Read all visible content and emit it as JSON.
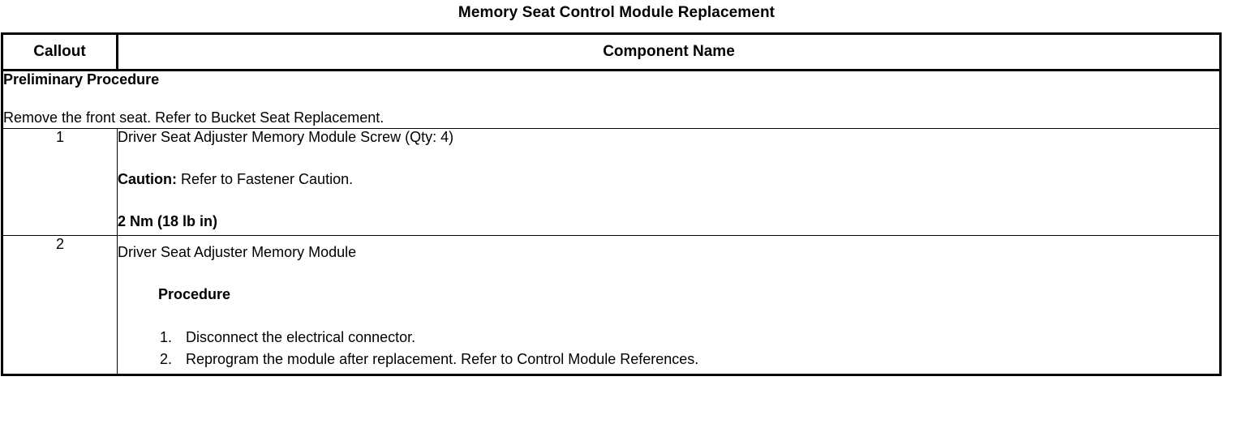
{
  "document": {
    "title": "Memory Seat Control Module Replacement"
  },
  "table": {
    "headers": {
      "callout": "Callout",
      "component": "Component Name"
    },
    "preliminary": {
      "heading": "Preliminary Procedure",
      "text": "Remove the front seat. Refer to Bucket Seat Replacement."
    },
    "rows": [
      {
        "callout": "1",
        "name": "Driver Seat Adjuster Memory Module Screw (Qty: 4)",
        "caution_label": "Caution:",
        "caution_text": " Refer to Fastener Caution.",
        "torque": "2 Nm (18 lb in)"
      },
      {
        "callout": "2",
        "name": "Driver Seat Adjuster Memory Module",
        "procedure_heading": "Procedure",
        "steps": [
          "Disconnect the electrical connector.",
          "Reprogram the module after replacement. Refer to Control Module References."
        ]
      }
    ]
  }
}
